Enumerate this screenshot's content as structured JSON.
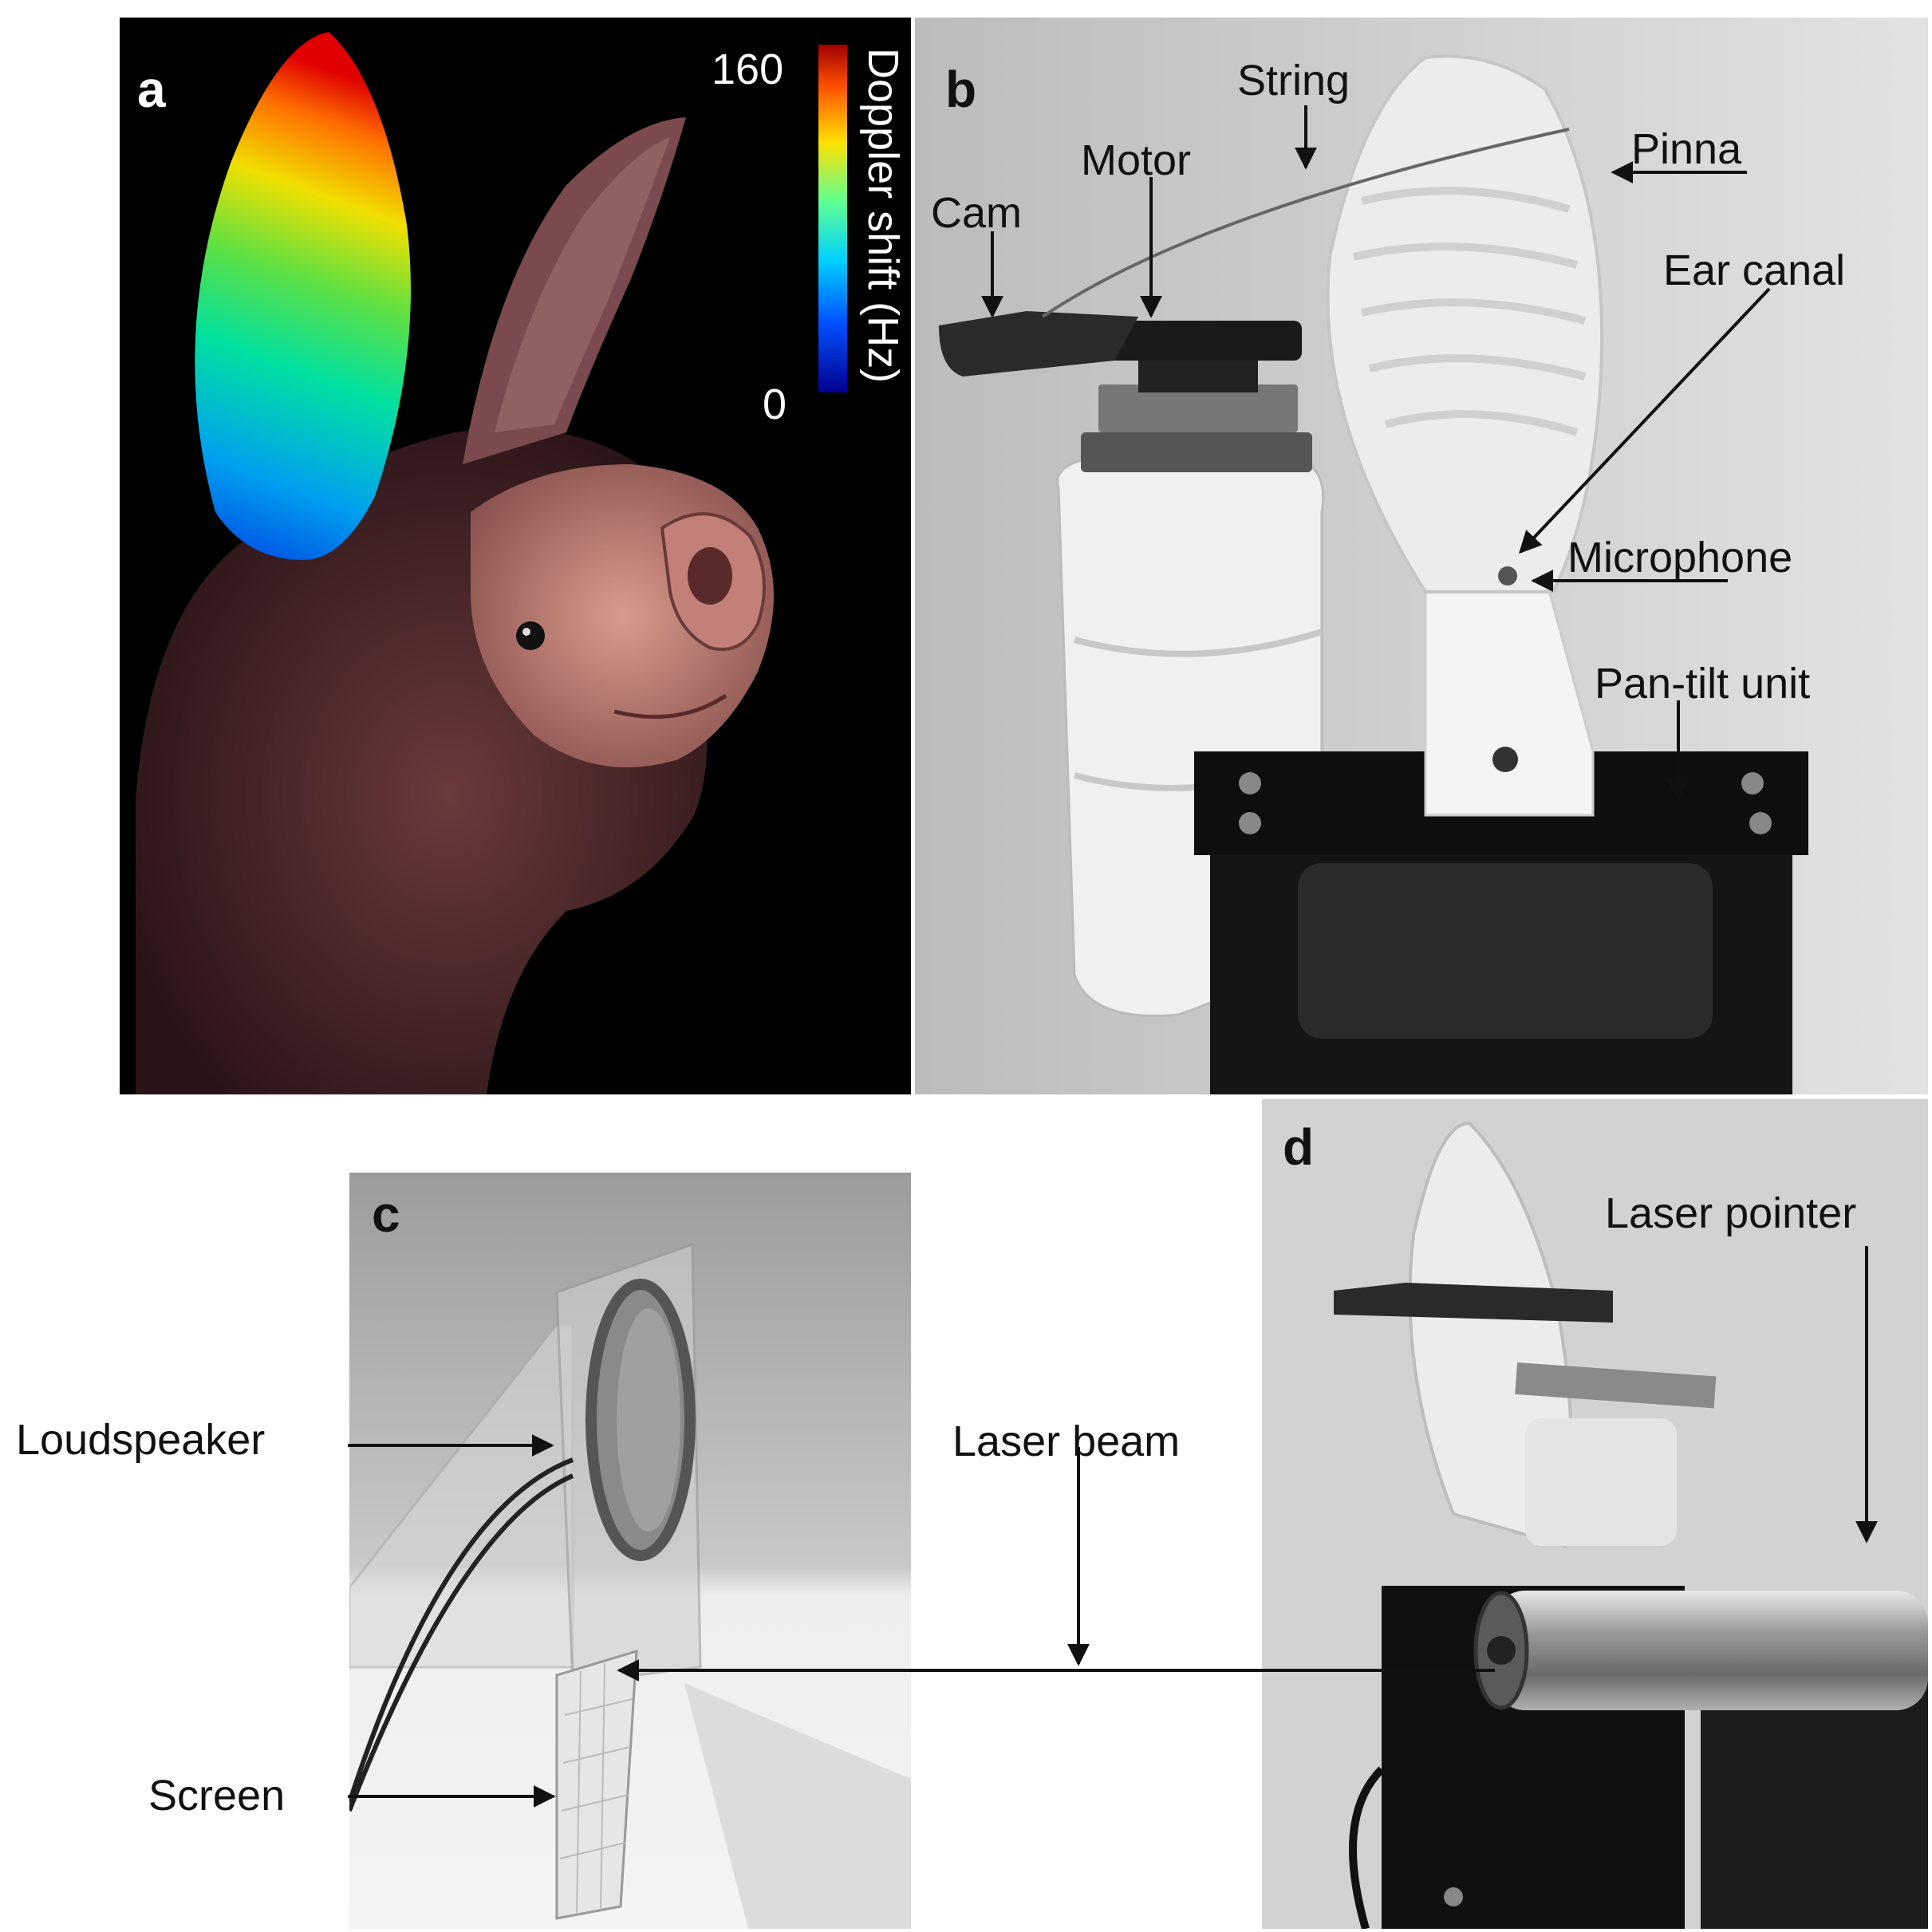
{
  "figure": {
    "panels": {
      "a": {
        "label": "a",
        "colorbar": {
          "max": "160",
          "min": "0",
          "label": "Doppler shift (Hz)"
        }
      },
      "b": {
        "label": "b",
        "annotations": {
          "string": "String",
          "motor": "Motor",
          "cam": "Cam",
          "pinna": "Pinna",
          "ear_canal": "Ear canal",
          "microphone": "Microphone",
          "pan_tilt": "Pan-tilt unit"
        }
      },
      "c": {
        "label": "c",
        "annotations": {
          "loudspeaker": "Loudspeaker",
          "screen": "Screen"
        }
      },
      "d": {
        "label": "d",
        "annotations": {
          "laser_pointer": "Laser pointer"
        }
      }
    },
    "shared_annotations": {
      "laser_beam": "Laser beam"
    },
    "colors": {
      "panel_a_bg": "#000000",
      "panel_b_bg": "#d6d6d6",
      "panel_c_bg": "#bcbcbc",
      "panel_d_bg": "#cfcfcf"
    }
  }
}
